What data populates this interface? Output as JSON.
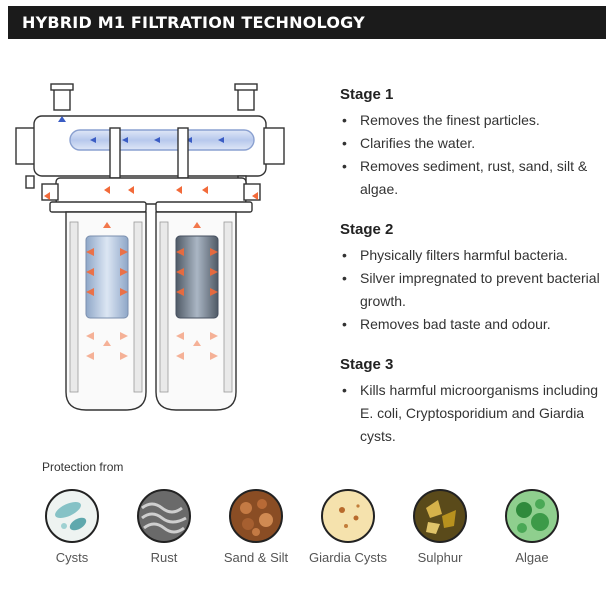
{
  "header": {
    "title": "HYBRID M1 FILTRATION TECHNOLOGY"
  },
  "stages": [
    {
      "title": "Stage 1",
      "bullets": [
        "Removes the finest particles.",
        "Clarifies the water.",
        "Removes sediment, rust, sand, silt & algae."
      ]
    },
    {
      "title": "Stage 2",
      "bullets": [
        "Physically filters harmful bacteria.",
        "Silver impregnated to prevent bacterial growth.",
        "Removes bad taste and odour."
      ]
    },
    {
      "title": "Stage 3",
      "bullets": [
        "Kills harmful microorganisms including E. coli, Cryptosporidium and Giardia cysts."
      ]
    }
  ],
  "protection": {
    "label": "Protection from",
    "items": [
      {
        "label": "Cysts",
        "icon": "cysts-icon",
        "color": "#8fc6c9"
      },
      {
        "label": "Rust",
        "icon": "rust-icon",
        "color": "#555555"
      },
      {
        "label": "Sand & Silt",
        "icon": "sand-silt-icon",
        "color": "#9a5a2e"
      },
      {
        "label": "Giardia Cysts",
        "icon": "giardia-cysts-icon",
        "color": "#f3dca0"
      },
      {
        "label": "Sulphur",
        "icon": "sulphur-icon",
        "color": "#9a7b1e"
      },
      {
        "label": "Algae",
        "icon": "algae-icon",
        "color": "#3f9a4a"
      }
    ]
  },
  "colors": {
    "header_bg": "#1b1b1b",
    "flow_arrow": "#f26a3a",
    "uv_arrow": "#3a5cc4"
  }
}
